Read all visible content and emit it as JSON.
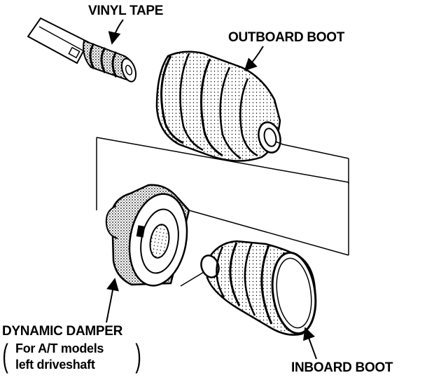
{
  "labels": {
    "vinyl_tape": "VINYL TAPE",
    "outboard_boot": "OUTBOARD BOOT",
    "dynamic_damper": "DYNAMIC DAMPER",
    "inboard_boot": "INBOARD BOOT"
  },
  "note": {
    "open_paren": "(",
    "line1": "For A/T models",
    "line2": "left driveshaft",
    "close_paren": ")"
  }
}
